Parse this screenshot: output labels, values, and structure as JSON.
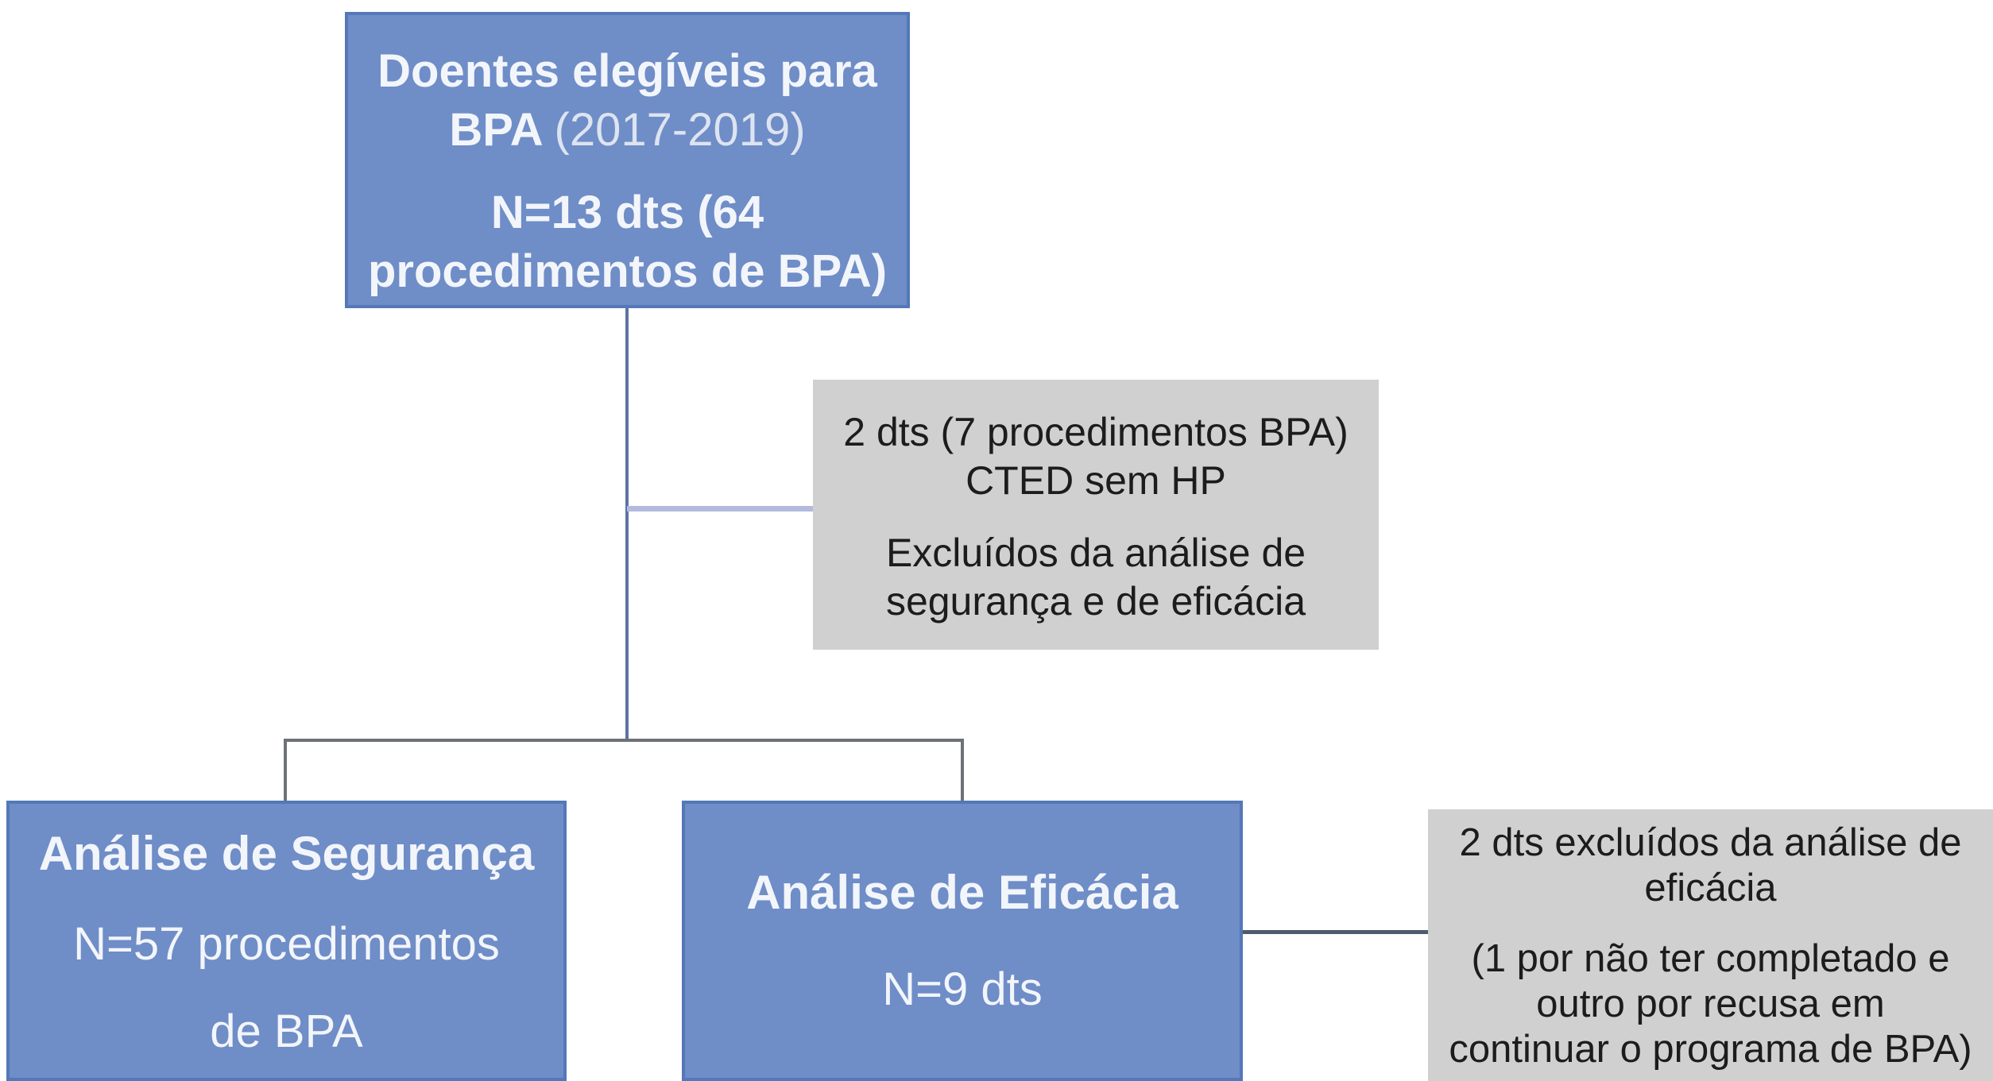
{
  "diagram": {
    "colors": {
      "box_blue": "#6f8dc7",
      "box_blue_border": "#5478b8",
      "box_gray": "#d1d0d0",
      "text_light": "#f2f5fa",
      "text_light_dim": "#dde4f1",
      "text_dark": "#1c1c1c",
      "line_blue": "#5e72a3",
      "line_periwinkle": "#b2bade",
      "line_gray": "#6e7176",
      "line_dark": "#4e5a6e"
    },
    "boxes": {
      "eligible": {
        "heading_line1": "Doentes elegíveis para",
        "heading_line2_bold": "BPA",
        "heading_line2_year": "(2017-2019)",
        "n_line1": "N=13 dts (64",
        "n_line2": "procedimentos de BPA)"
      },
      "excluded_both": {
        "line1": "2 dts (7 procedimentos BPA)",
        "line2": "CTED sem HP",
        "line3": "Excluídos da análise de",
        "line4": "segurança e de eficácia"
      },
      "safety": {
        "title": "Análise de Segurança",
        "n_line1": "N=57 procedimentos",
        "n_line2": "de BPA"
      },
      "efficacy": {
        "title": "Análise de Eficácia",
        "n": "N=9 dts"
      },
      "excluded_efficacy": {
        "line1": "2 dts excluídos da análise de",
        "line2": "eficácia",
        "line3": "(1 por não ter completado e",
        "line4": "outro por recusa em",
        "line5": "continuar o programa de BPA)"
      }
    }
  }
}
